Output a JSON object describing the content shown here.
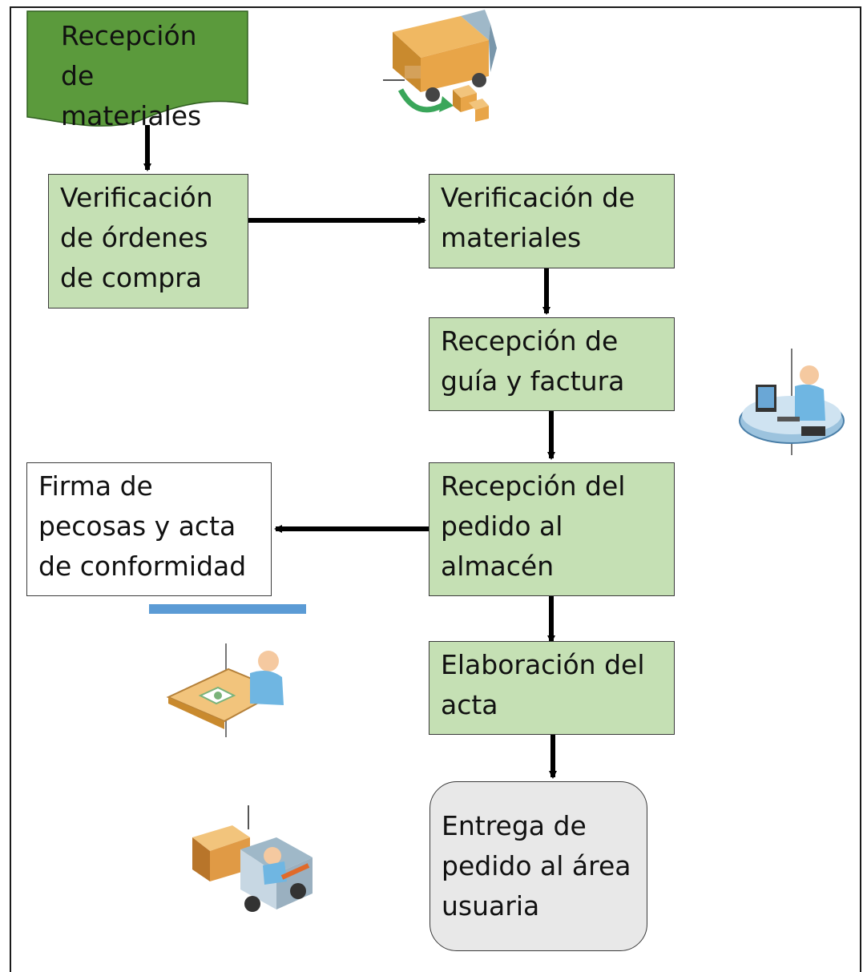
{
  "diagram": {
    "nodes": {
      "start": "Recepción de\nmateriales",
      "verify_orders": "Verificación\nde órdenes\nde compra",
      "verify_materials": "Verificación de\nmateriales",
      "receive_invoice": "Recepción de\nguía y factura",
      "receive_order": "Recepción del\npedido al\nalmacén",
      "sign": "Firma de\npecosas y acta\nde conformidad",
      "draft_record": "Elaboración del\nacta",
      "deliver": "Entrega de\npedido al área\nusuaria"
    },
    "icons": [
      "delivery-truck-icon",
      "desk-worker-icon",
      "writing-desk-icon",
      "forklift-icon"
    ],
    "colors": {
      "start_fill": "#5b9a3c",
      "process_fill": "#c5e0b4",
      "end_fill": "#e8e8e8",
      "arrow": "#000000",
      "accent_line": "#5b9bd5"
    }
  }
}
